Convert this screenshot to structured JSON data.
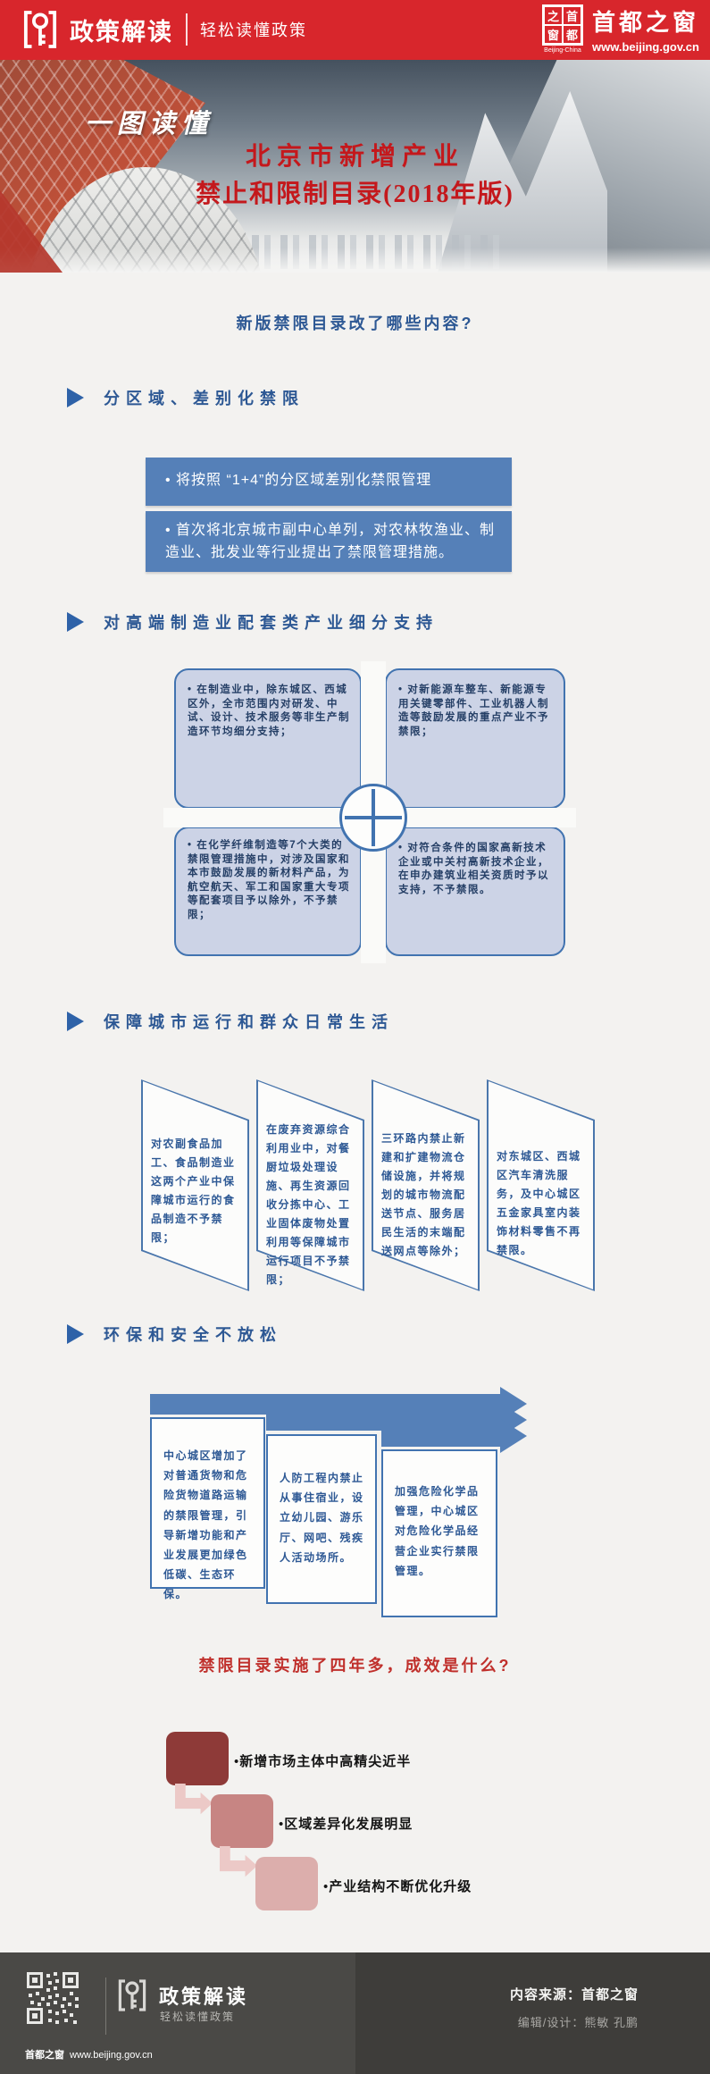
{
  "colors": {
    "bar_red": "#d8262c",
    "accent_blue": "#5580b8",
    "heading_blue": "#2d5894",
    "box_border_blue": "#4173b0",
    "matrix_fill": "#ccd3e6",
    "question_red": "#c0302c",
    "result_colors": [
      "#8e3a38",
      "#c78583",
      "#dcaeac"
    ],
    "footer_bg": "#4a4946"
  },
  "header": {
    "brand": "政策解读",
    "tagline": "轻松读懂政策",
    "seal_chars": [
      "之",
      "首",
      "窗",
      "都"
    ],
    "seal_caption": "Beijing-China",
    "site_name": "首都之窗",
    "site_url": "www.beijing.gov.cn"
  },
  "banner": {
    "kicker": "一图读懂",
    "title_line1": "北京市新增产业",
    "title_line2": "禁止和限制目录(2018年版)"
  },
  "main": {
    "question1": "新版禁限目录改了哪些内容?",
    "section1": {
      "heading": "分区域、差别化禁限",
      "bars": [
        "• 将按照 “1+4”的分区域差别化禁限管理",
        "• 首次将北京城市副中心单列，对农林牧渔业、制造业、批发业等行业提出了禁限管理措施。"
      ]
    },
    "section2": {
      "heading": "对高端制造业配套类产业细分支持",
      "boxes": [
        "• 在制造业中，除东城区、西城区外，全市范围内对研发、中试、设计、技术服务等非生产制造环节均细分支持；",
        "• 对新能源车整车、新能源专用关键零部件、工业机器人制造等鼓励发展的重点产业不予禁限；",
        "• 在化学纤维制造等7个大类的禁限管理措施中，对涉及国家和本市鼓励发展的新材料产品，为航空航天、军工和国家重大专项等配套项目予以除外，不予禁限；",
        "• 对符合条件的国家高新技术企业或中关村高新技术企业，在申办建筑业相关资质时予以支持，不予禁限。"
      ]
    },
    "section3": {
      "heading": "保障城市运行和群众日常生活",
      "chevrons": [
        "对农副食品加工、食品制造业这两个产业中保障城市运行的食品制造不予禁限；",
        "在废弃资源综合利用业中，对餐厨垃圾处理设施、再生资源回收分拣中心、工业固体废物处置利用等保障城市运行项目不予禁限；",
        "三环路内禁止新建和扩建物流仓储设施，并将规划的城市物流配送节点、服务居民生活的末端配送网点等除外；",
        "对东城区、西城区汽车清洗服务，及中心城区五金家具室内装饰材料零售不再禁限。"
      ]
    },
    "section4": {
      "heading": "环保和安全不放松",
      "boxes": [
        "中心城区增加了对普通货物和危险货物道路运输的禁限管理，引导新增功能和产业发展更加绿色低碳、生态环保。",
        "人防工程内禁止从事住宿业，设立幼儿园、游乐厅、网吧、残疾人活动场所。",
        "加强危险化学品管理，中心城区对危险化学品经营企业实行禁限管理。"
      ]
    },
    "question2": "禁限目录实施了四年多，成效是什么?",
    "results": [
      "•新增市场主体中高精尖近半",
      "•区域差异化发展明显",
      "•产业结构不断优化升级"
    ]
  },
  "footer": {
    "brand": "政策解读",
    "tagline": "轻松读懂政策",
    "source_label": "内容来源：首都之窗",
    "credits": "编辑/设计：熊敏 孔鹏",
    "site_name": "首都之窗",
    "site_url": "www.beijing.gov.cn"
  }
}
